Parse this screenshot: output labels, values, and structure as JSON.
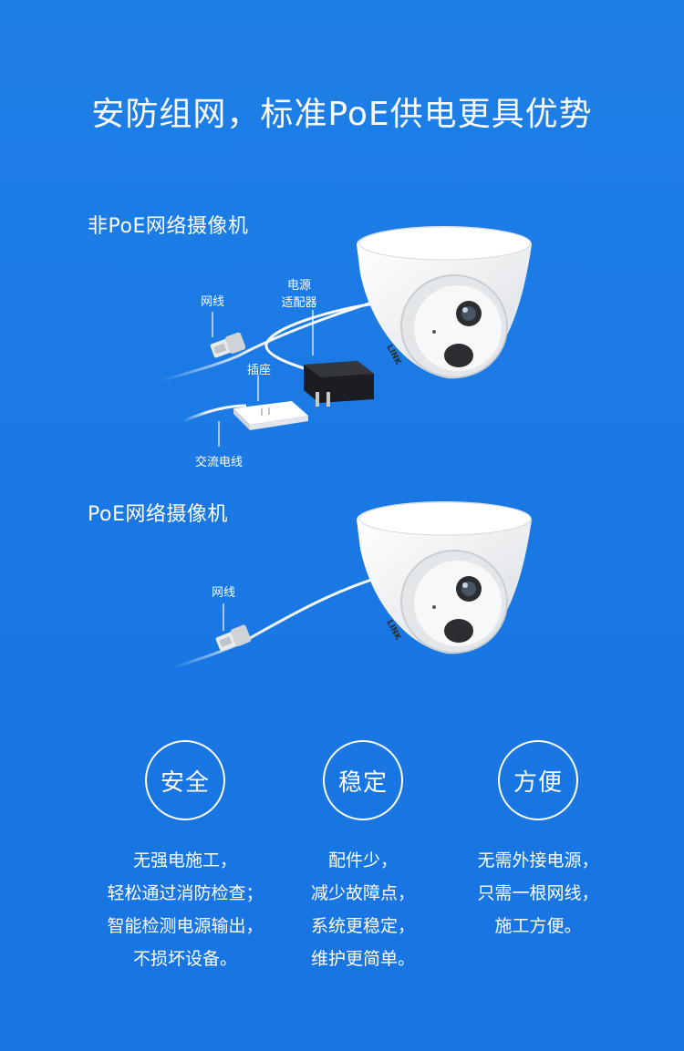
{
  "title": "安防组网，标准PoE供电更具优势",
  "non_poe": {
    "label": "非PoE网络摄像机",
    "callouts": {
      "network_cable": "网线",
      "adapter_line1": "电源",
      "adapter_line2": "适配器",
      "socket": "插座",
      "ac_cable": "交流电线"
    }
  },
  "poe": {
    "label": "PoE网络摄像机",
    "callouts": {
      "network_cable": "网线"
    }
  },
  "camera_logo_text": "LINK",
  "features": [
    {
      "name": "安全",
      "lines": [
        "无强电施工，",
        "轻松通过消防检查；",
        "智能检测电源输出，",
        "不损坏设备。"
      ]
    },
    {
      "name": "稳定",
      "lines": [
        "配件少，",
        "减少故障点，",
        "系统更稳定，",
        "维护更简单。"
      ]
    },
    {
      "name": "方便",
      "lines": [
        "无需外接电源，",
        "只需一根网线，",
        "施工方便。"
      ]
    }
  ],
  "colors": {
    "background": "#1a78e4",
    "text": "#ffffff",
    "camera_body": "#f4f6f8"
  }
}
